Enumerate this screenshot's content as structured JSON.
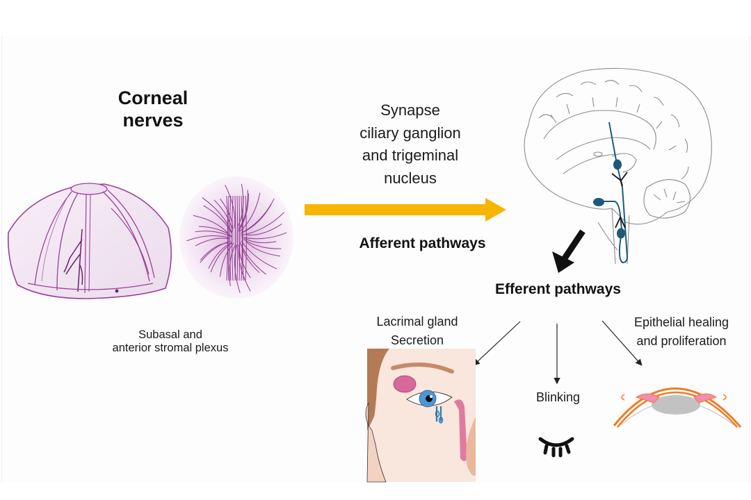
{
  "diagram": {
    "title": "Corneal nerves",
    "title_lines": [
      "Corneal",
      "nerves"
    ],
    "plexus_caption_lines": [
      "Subasal and",
      "anterior stromal  plexus"
    ],
    "synapse_label_lines": [
      "Synapse",
      "ciliary ganglion",
      "and trigeminal",
      "nucleus"
    ],
    "afferent_label": "Afferent pathways",
    "efferent_label": "Efferent pathways",
    "outputs": [
      {
        "id": "lacrimal",
        "label_lines": [
          "Lacrimal gland",
          "Secretion"
        ],
        "illustration": "face-eye-lacrimal-gland"
      },
      {
        "id": "blinking",
        "label_lines": [
          "Blinking"
        ],
        "illustration": "closed-eye-icon"
      },
      {
        "id": "epithelial",
        "label_lines": [
          "Epithelial healing",
          "and proliferation"
        ],
        "illustration": "cornea-cross-section"
      }
    ],
    "illustrations": {
      "cornea_dome": "cornea-dome-nerves",
      "subbasal_plexus": "subbasal-plexus-disc",
      "brain": "brain-sagittal-section"
    },
    "colors": {
      "afferent_arrow": "#f7b500",
      "nerve_purple": "#9a3f9a",
      "cornea_fill": "#f3e6f3",
      "neuron_blue": "#1d5a7a",
      "brain_outline": "#8a8a8a",
      "skin": "#f9e6dc",
      "hair": "#b47a56",
      "gland_pink": "#d7699a",
      "iris_blue": "#4e97d6",
      "cornea_orange": "#f07a24",
      "lens_gray": "#c2c2c2",
      "efferent_arrow": "#111111"
    }
  }
}
